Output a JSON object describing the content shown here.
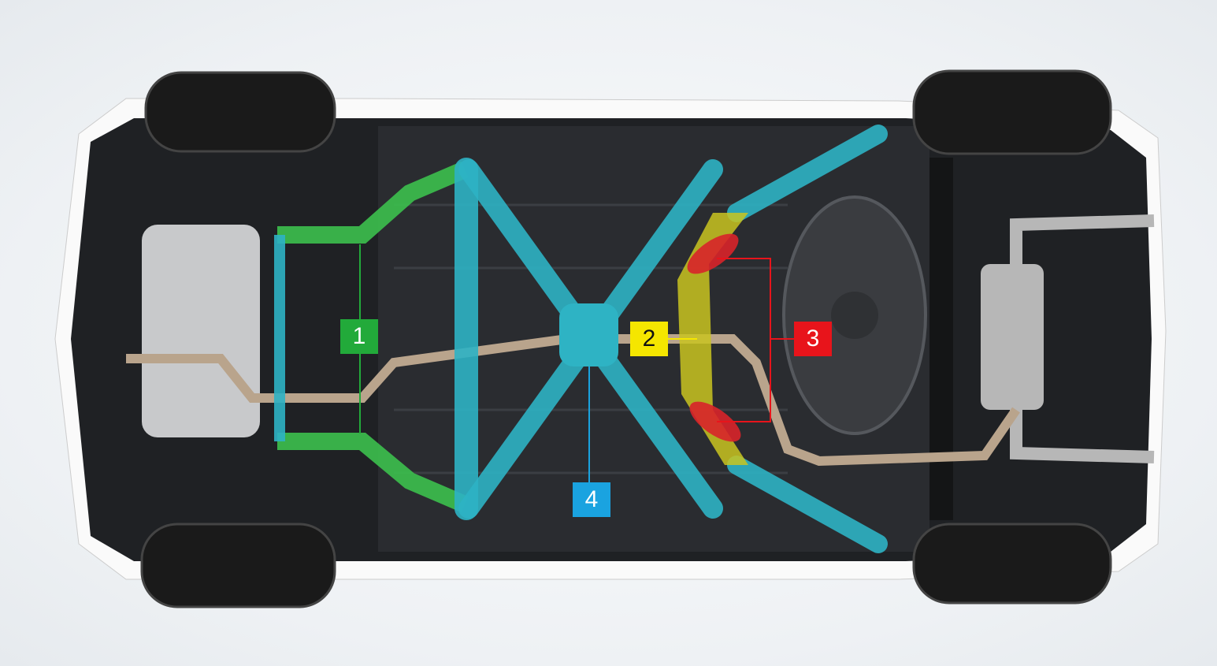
{
  "labels": [
    {
      "id": "1",
      "text": "1",
      "color": "#22aa3a",
      "text_color": "#ffffff"
    },
    {
      "id": "2",
      "text": "2",
      "color": "#f5e600",
      "text_color": "#111111"
    },
    {
      "id": "3",
      "text": "3",
      "color": "#e8141b",
      "text_color": "#ffffff"
    },
    {
      "id": "4",
      "text": "4",
      "color": "#1aa3e0",
      "text_color": "#ffffff"
    }
  ],
  "colors": {
    "brace_green": "#3cc04e",
    "brace_teal": "#2eb3c4",
    "plate_yellow": "#c9c420",
    "reinforcement_red": "#d8232a",
    "body": "#1f2124",
    "exhaust": "#b9a48c"
  }
}
